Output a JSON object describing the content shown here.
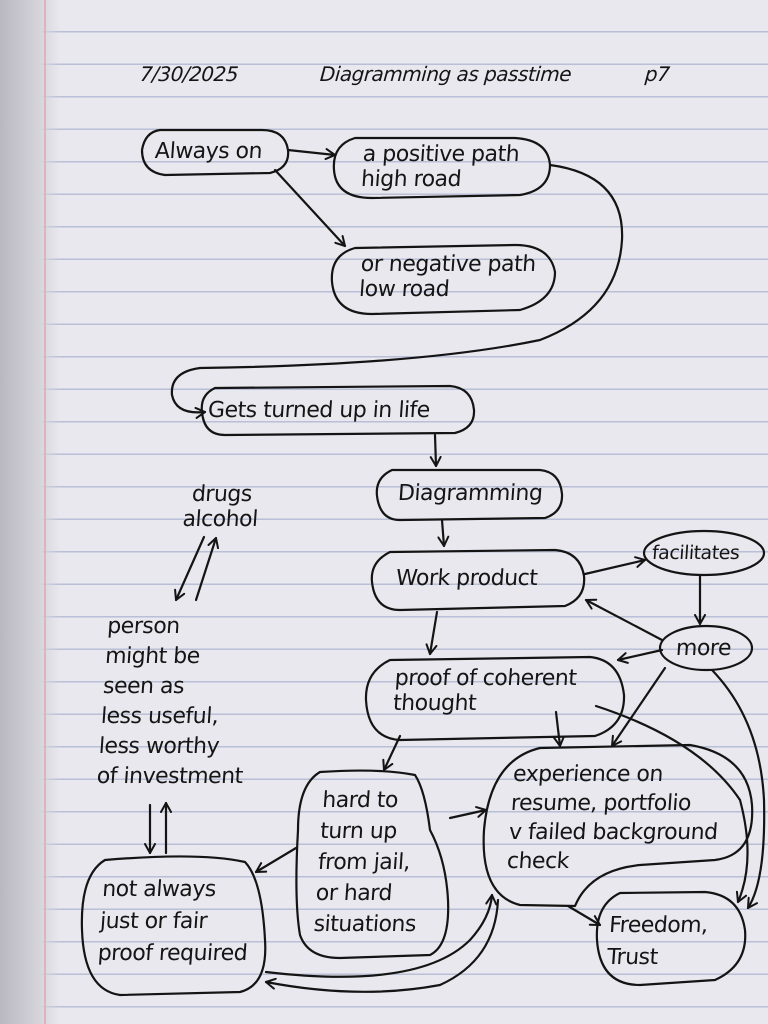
{
  "header": {
    "date": "7/30/2025",
    "title": "Diagramming as passtime",
    "page": "p7"
  },
  "nodes": {
    "always_on": "Always on",
    "positive_path": "a positive path\nhigh road",
    "negative_path": "or negative path\nlow road",
    "gets_turned_up": "Gets turned up in life",
    "diagramming": "Diagramming",
    "work_product": "Work product",
    "facilitates": "facilitates",
    "more": "more",
    "proof": "proof of coherent\nthought",
    "drugs": "drugs\nalcohol",
    "person": "person\nmight be\nseen as\nless useful,\nless worthy\nof investment",
    "hard_to_turn_up": "hard to\nturn up\nfrom jail,\nor hard\nsituations",
    "experience": "experience on\nresume, portfolio\nv failed background\ncheck",
    "freedom": "Freedom,\nTrust",
    "not_always": "not always\njust or fair\nproof required"
  },
  "colors": {
    "ink": "#141414",
    "paper": "#e9e8ee",
    "rule": "#b8bfd6",
    "margin": "#e1a2a8"
  }
}
